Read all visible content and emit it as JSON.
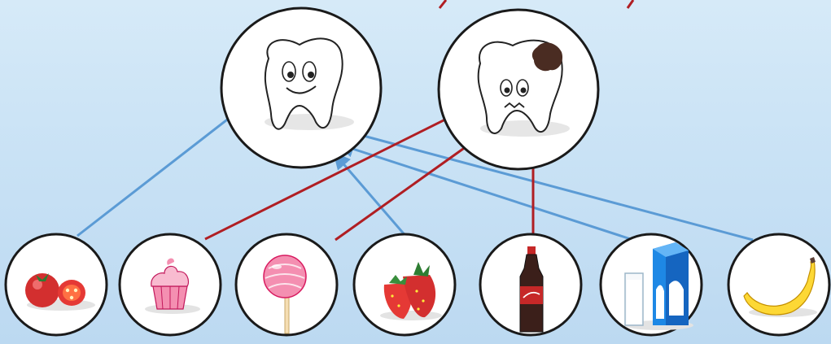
{
  "diagram": {
    "top_nodes": [
      {
        "id": "healthy",
        "icon": "healthy-tooth-icon"
      },
      {
        "id": "decayed",
        "icon": "decayed-tooth-icon"
      }
    ],
    "food_items": [
      {
        "id": "tomato",
        "icon": "tomato-icon",
        "target": "healthy"
      },
      {
        "id": "cupcake",
        "icon": "cupcake-icon",
        "target": "decayed"
      },
      {
        "id": "lollipop",
        "icon": "lollipop-icon",
        "target": "decayed"
      },
      {
        "id": "strawberry",
        "icon": "strawberry-icon",
        "target": "healthy"
      },
      {
        "id": "soda",
        "icon": "soda-bottle-icon",
        "target": "decayed"
      },
      {
        "id": "milk",
        "icon": "milk-carton-icon",
        "target": "healthy"
      },
      {
        "id": "banana",
        "icon": "banana-icon",
        "target": "healthy"
      }
    ],
    "colors": {
      "healthy_arrow": "#5b9bd5",
      "decay_arrow": "#b01e23",
      "circle_stroke": "#1a1a1a",
      "circle_fill": "#ffffff"
    }
  }
}
